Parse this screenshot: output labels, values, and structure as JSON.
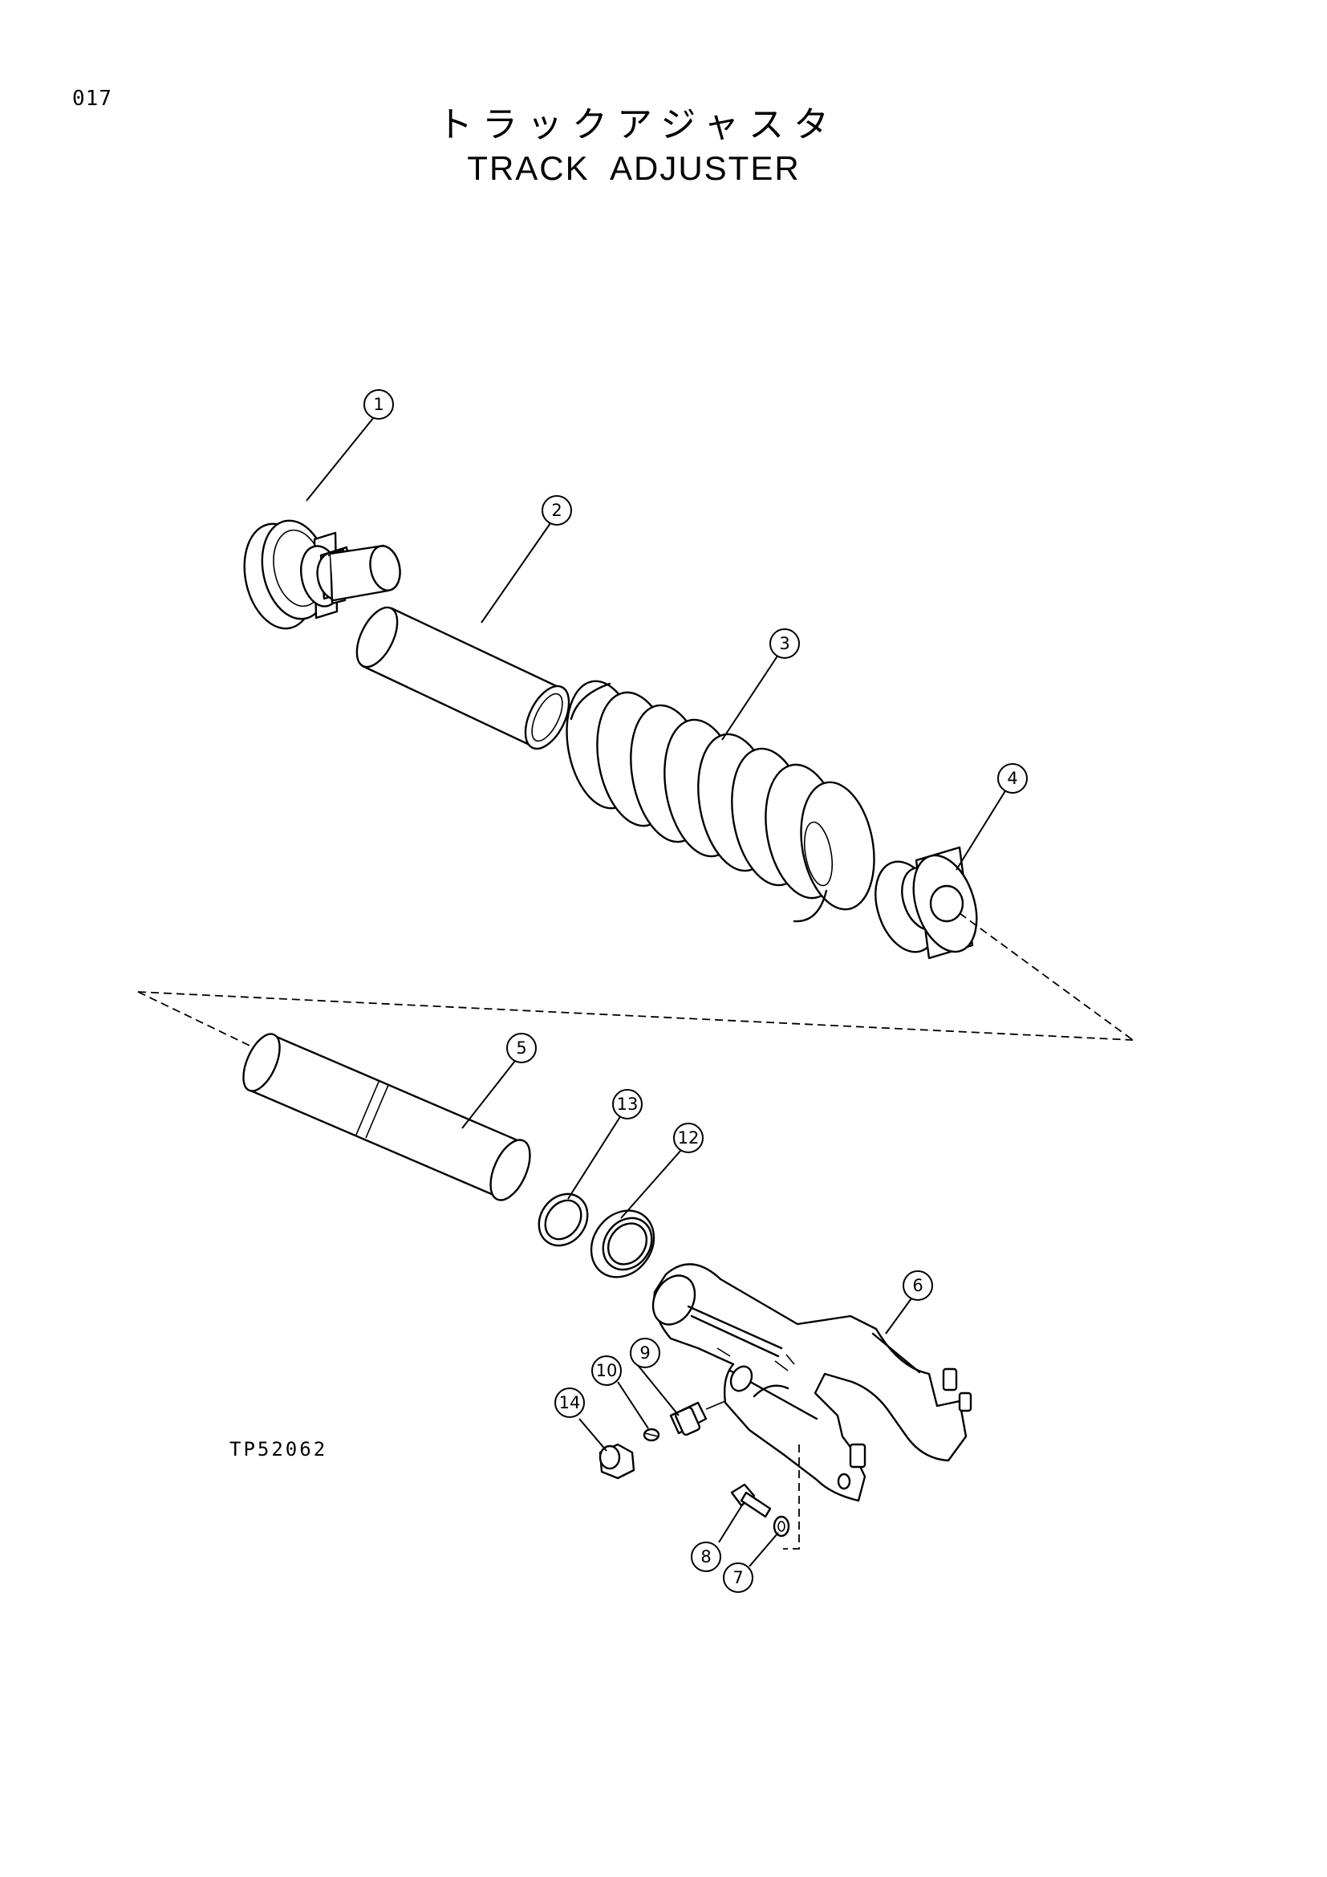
{
  "page": {
    "number": "017",
    "title_jp": "トラックアジャスタ",
    "title_en": "TRACK ADJUSTER",
    "drawing_code": "TP52062"
  },
  "callouts": [
    {
      "id": "c1",
      "label": "1"
    },
    {
      "id": "c2",
      "label": "2"
    },
    {
      "id": "c3",
      "label": "3"
    },
    {
      "id": "c4",
      "label": "4"
    },
    {
      "id": "c5",
      "label": "5"
    },
    {
      "id": "c6",
      "label": "6"
    },
    {
      "id": "c7",
      "label": "7"
    },
    {
      "id": "c8",
      "label": "8"
    },
    {
      "id": "c9",
      "label": "9"
    },
    {
      "id": "c10",
      "label": "10"
    },
    {
      "id": "c12",
      "label": "12"
    },
    {
      "id": "c13",
      "label": "13"
    },
    {
      "id": "c14",
      "label": "14"
    }
  ]
}
